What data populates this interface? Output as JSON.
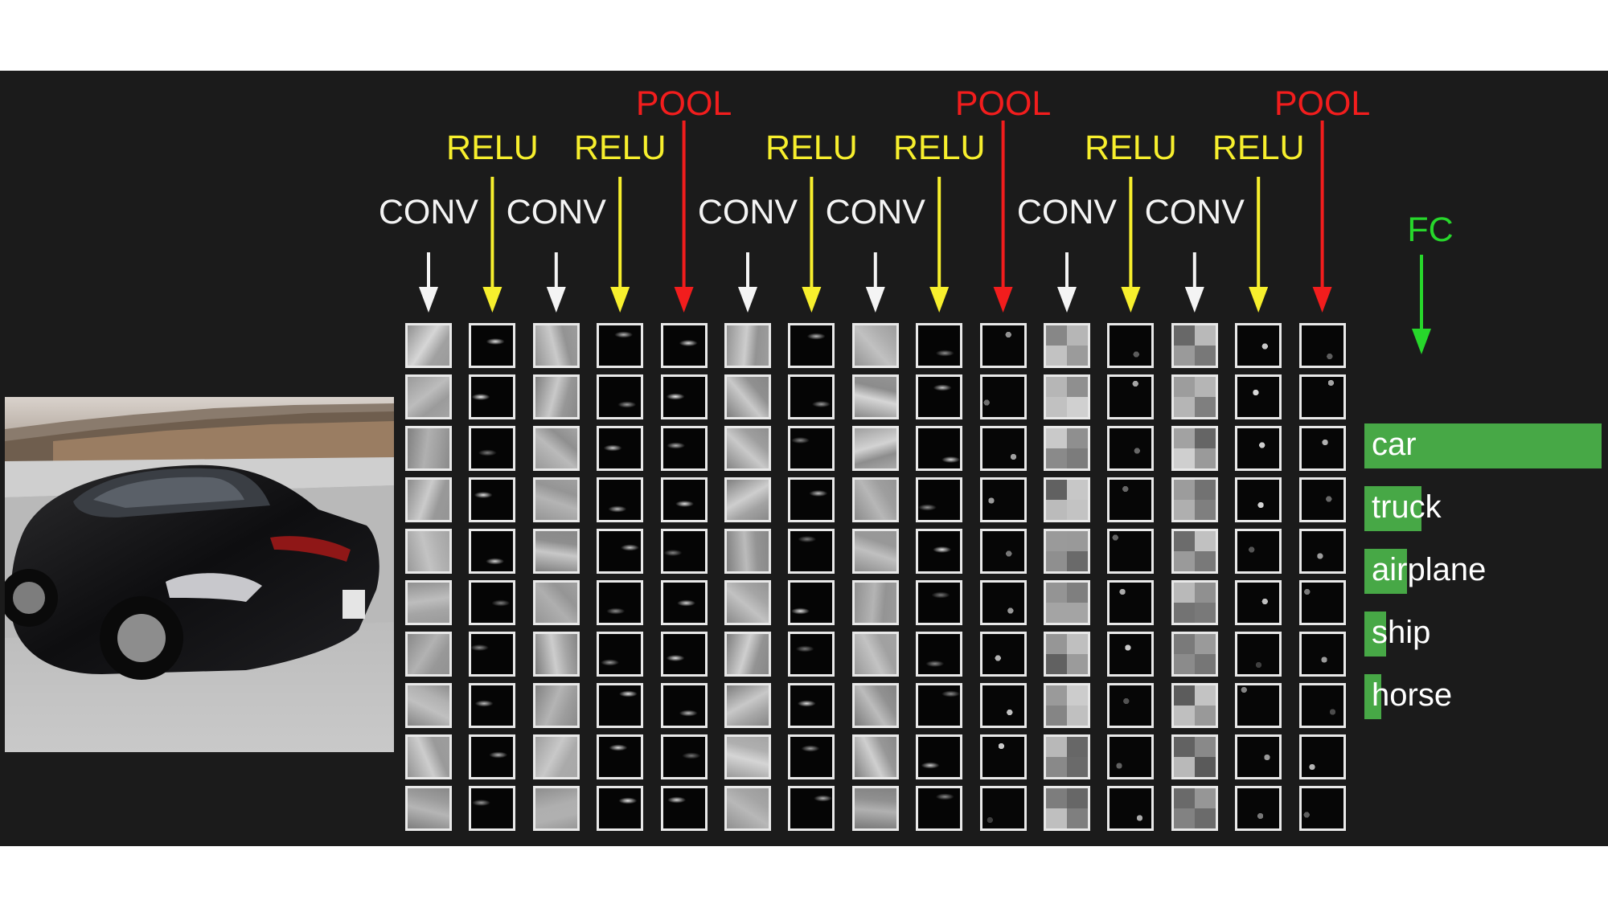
{
  "layers": [
    {
      "label": "CONV",
      "kind": "conv",
      "texture": "gray"
    },
    {
      "label": "RELU",
      "kind": "relu",
      "texture": "dark"
    },
    {
      "label": "CONV",
      "kind": "conv",
      "texture": "gray"
    },
    {
      "label": "RELU",
      "kind": "relu",
      "texture": "dark"
    },
    {
      "label": "POOL",
      "kind": "pool",
      "texture": "dark"
    },
    {
      "label": "CONV",
      "kind": "conv",
      "texture": "gray"
    },
    {
      "label": "RELU",
      "kind": "relu",
      "texture": "dark"
    },
    {
      "label": "CONV",
      "kind": "conv",
      "texture": "gray"
    },
    {
      "label": "RELU",
      "kind": "relu",
      "texture": "dark"
    },
    {
      "label": "POOL",
      "kind": "pool",
      "texture": "blocky-dark"
    },
    {
      "label": "CONV",
      "kind": "conv",
      "texture": "blocky-gray"
    },
    {
      "label": "RELU",
      "kind": "relu",
      "texture": "blocky-dark"
    },
    {
      "label": "CONV",
      "kind": "conv",
      "texture": "blocky-gray"
    },
    {
      "label": "RELU",
      "kind": "relu",
      "texture": "blocky-dark"
    },
    {
      "label": "POOL",
      "kind": "pool",
      "texture": "blocky-dark"
    }
  ],
  "fc_label": "FC",
  "feature_maps_per_layer": 10,
  "colors": {
    "conv": "#f4f4f4",
    "relu": "#f7ef2d",
    "pool": "#f21d1d",
    "fc": "#27d72b",
    "score_bar": "#47a846",
    "background": "#1b1b1b"
  },
  "scores": [
    {
      "label": "car",
      "value": 1.0
    },
    {
      "label": "truck",
      "value": 0.24
    },
    {
      "label": "airplane",
      "value": 0.18
    },
    {
      "label": "ship",
      "value": 0.09
    },
    {
      "label": "horse",
      "value": 0.07
    }
  ],
  "input_image": {
    "subject": "black-sedan-car-photo"
  }
}
